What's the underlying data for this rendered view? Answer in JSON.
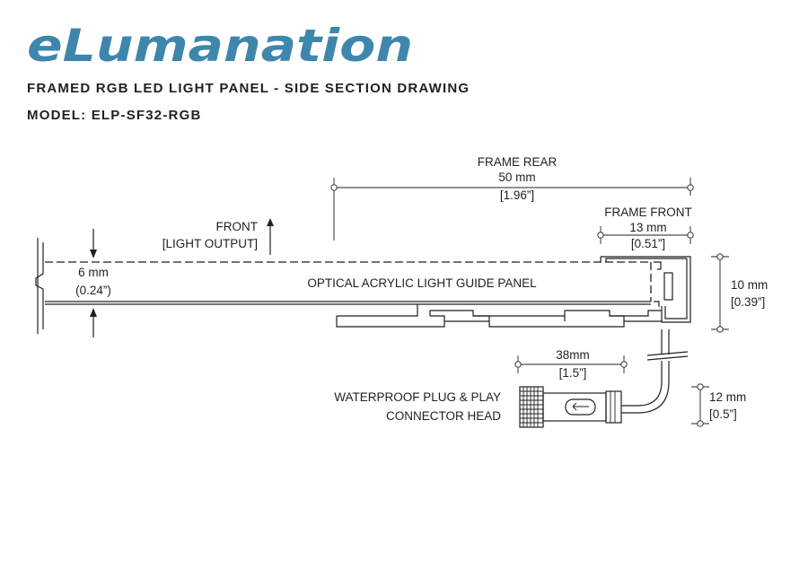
{
  "brand": {
    "logo_text": "eLumanation"
  },
  "header": {
    "title": "FRAMED RGB LED LIGHT PANEL - SIDE SECTION DRAWING",
    "model": "MODEL: ELP-SF32-RGB"
  },
  "labels": {
    "frame_rear": "FRAME REAR",
    "frame_rear_mm": "50 mm",
    "frame_rear_in": "[1.96”]",
    "front": "FRONT",
    "light_output": "[LIGHT OUTPUT]",
    "frame_front": "FRAME FRONT",
    "frame_front_mm": "13 mm",
    "frame_front_in": "[0.51”]",
    "panel_mm": "6 mm",
    "panel_in": "(0.24”)",
    "panel_name": "OPTICAL ACRYLIC LIGHT GUIDE PANEL",
    "frame_height_mm": "10 mm",
    "frame_height_in": "[0.39”]",
    "cable_mm": "38mm",
    "cable_in": "[1.5”]",
    "connector_line1": "WATERPROOF PLUG & PLAY",
    "connector_line2": "CONNECTOR HEAD",
    "connector_mm": "12 mm",
    "connector_in": "[0.5”]"
  },
  "colors": {
    "logo": "#3f86ad",
    "ink": "#231f20",
    "background": "#ffffff"
  }
}
